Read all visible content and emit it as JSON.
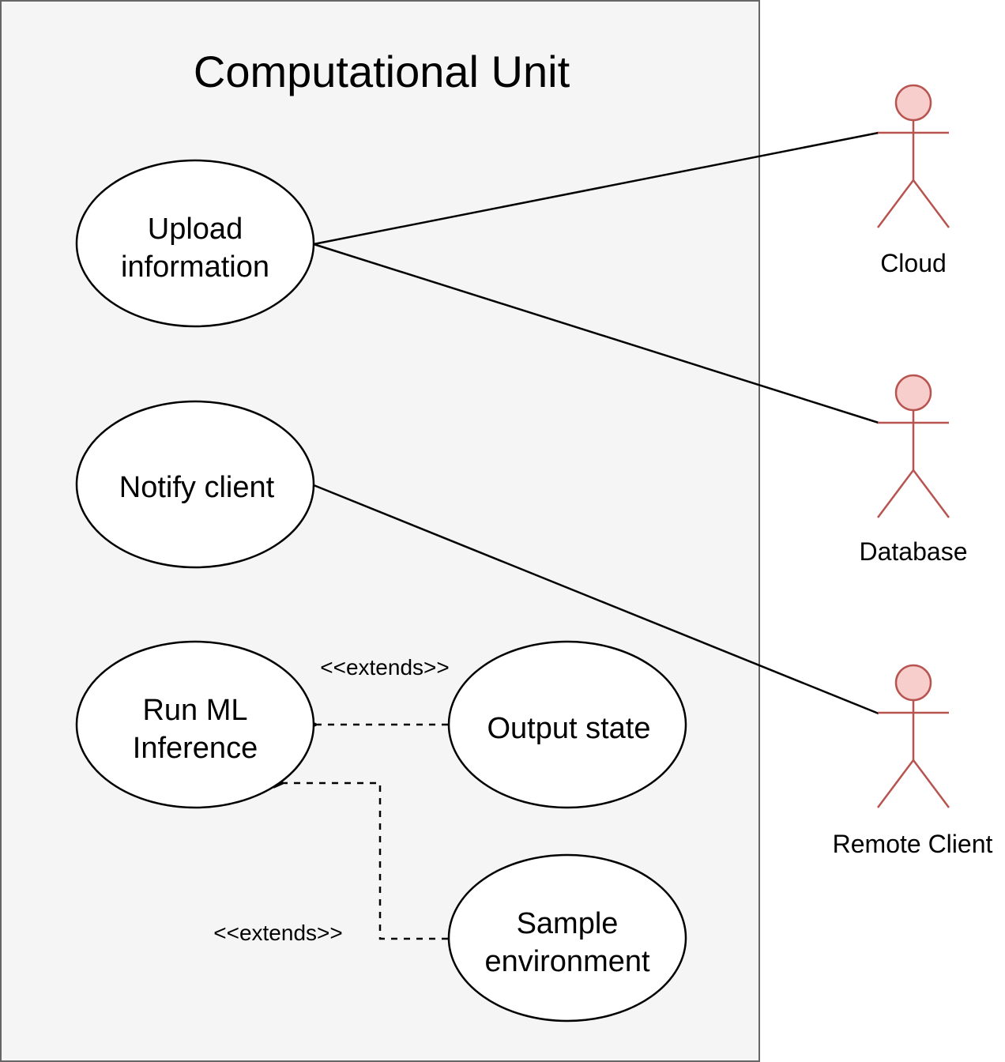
{
  "system": {
    "title": "Computational Unit",
    "fill": "#f5f5f5",
    "stroke": "#666666"
  },
  "use_cases": {
    "upload": {
      "line1": "Upload",
      "line2": "information"
    },
    "notify": {
      "line1": "Notify client"
    },
    "run_ml": {
      "line1": "Run ML",
      "line2": "Inference"
    },
    "output_state": {
      "line1": "Output state"
    },
    "sample_env": {
      "line1": "Sample",
      "line2": "environment"
    }
  },
  "actors": {
    "cloud": {
      "label": "Cloud"
    },
    "database": {
      "label": "Database"
    },
    "remote_client": {
      "label": "Remote Client"
    },
    "fill": "#f8cecc",
    "stroke": "#b85450"
  },
  "relationships": {
    "extends_output": "<<extends>>",
    "extends_sample": "<<extends>>"
  }
}
